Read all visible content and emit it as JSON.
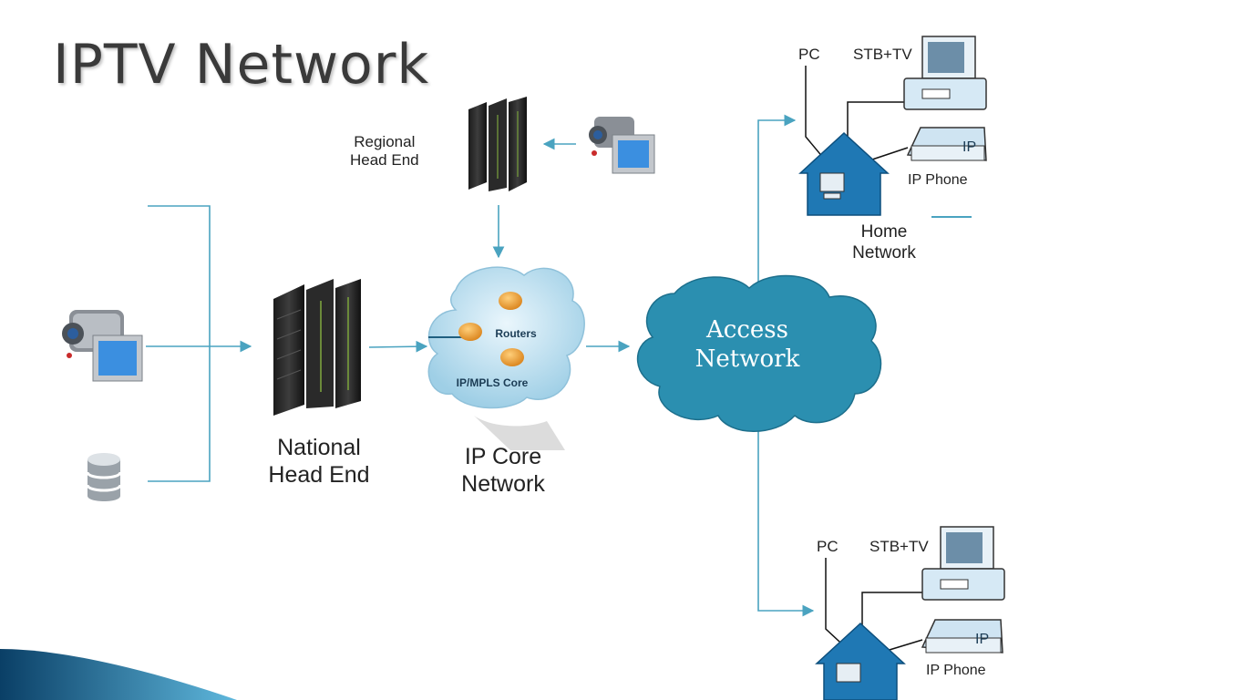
{
  "slide": {
    "title": "IPTV Network"
  },
  "labels": {
    "regional_head_end_1": "Regional",
    "regional_head_end_2": "Head End",
    "national_head_end_1": "National",
    "national_head_end_2": "Head End",
    "ip_core_1": "IP Core",
    "ip_core_2": "Network",
    "routers": "Routers",
    "mpls_core": "IP/MPLS Core",
    "access_1": "Access",
    "access_2": "Network",
    "home_network_1": "Home",
    "home_network_2": "Network"
  },
  "homes": [
    {
      "pc": "PC",
      "stb_tv": "STB+TV",
      "ip_phone": "IP Phone",
      "phone_badge": "IP"
    },
    {
      "pc": "PC",
      "stb_tv": "STB+TV",
      "ip_phone": "IP Phone",
      "phone_badge": "IP"
    }
  ],
  "colors": {
    "connector": "#4aa3c0",
    "cloud_access": "#2b8fb0",
    "cloud_core": "#bfe0ef",
    "router": "#f0a033",
    "house": "#1f78b4",
    "title": "#3a3a3a"
  }
}
